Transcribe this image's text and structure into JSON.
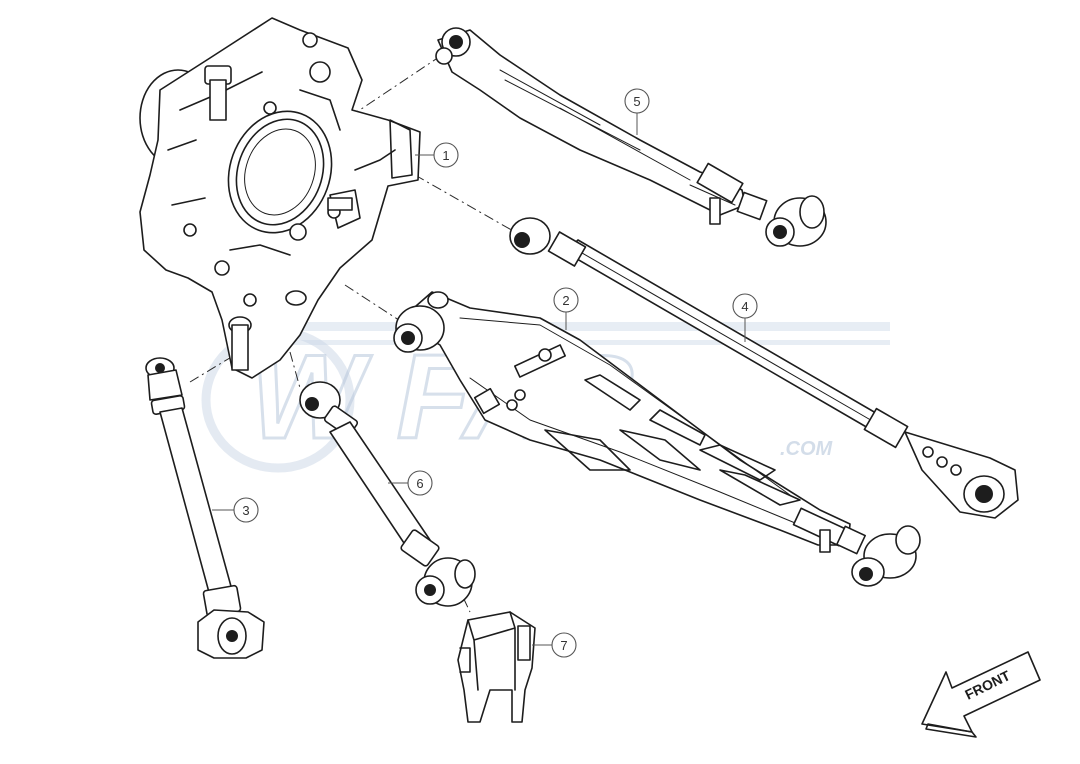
{
  "watermark": {
    "brand": "W   FAB",
    "suffix": ".COM"
  },
  "direction_indicator": {
    "label": "FRONT"
  },
  "callouts": [
    {
      "id": "1",
      "label": "1"
    },
    {
      "id": "2",
      "label": "2"
    },
    {
      "id": "3",
      "label": "3"
    },
    {
      "id": "4",
      "label": "4"
    },
    {
      "id": "5",
      "label": "5"
    },
    {
      "id": "6",
      "label": "6"
    },
    {
      "id": "7",
      "label": "7"
    }
  ],
  "colors": {
    "line": "#1d1d1d",
    "watermark": "#b7c7dc",
    "background": "#ffffff"
  }
}
